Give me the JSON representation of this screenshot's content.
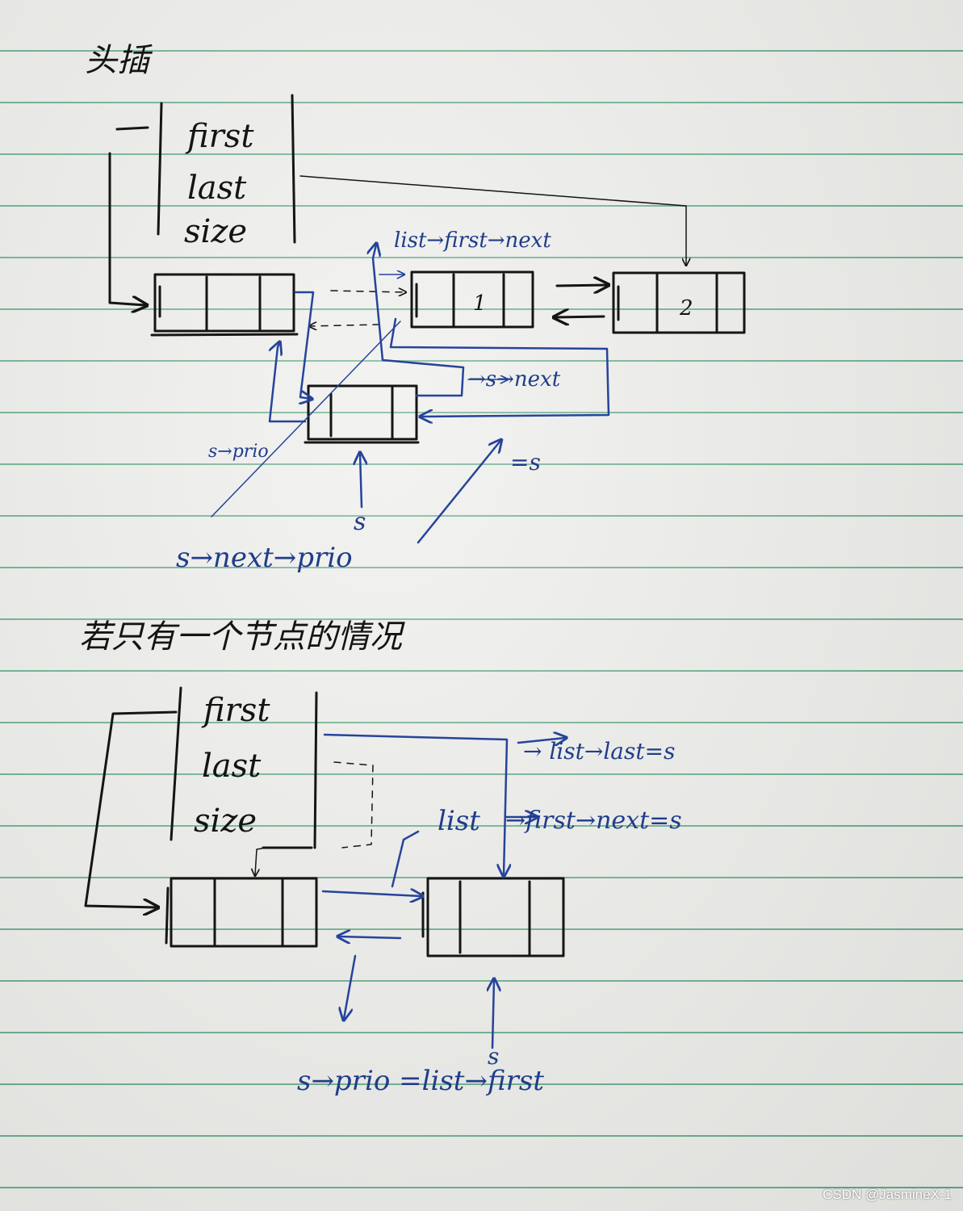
{
  "section1": {
    "heading": "头插",
    "header_fields": [
      "first",
      "last",
      "size"
    ],
    "node_values": [
      "1",
      "2"
    ],
    "labels": {
      "first_next": "list→first→next",
      "s_next": "→s→next",
      "eq_s": "=s",
      "s_prio": "s→prio",
      "s": "s",
      "s_next_prio": "s→next→prio"
    }
  },
  "section2": {
    "heading": "若只有一个节点的情况",
    "header_fields": [
      "first",
      "last",
      "size"
    ],
    "labels": {
      "last_eq_s": "→ list→last=s",
      "list": "list",
      "first_next_eq_s": "→first→next=s",
      "s": "s",
      "s_prio_eq": "s→prio =list→first"
    }
  },
  "watermark": "CSDN @JasmineX-1"
}
